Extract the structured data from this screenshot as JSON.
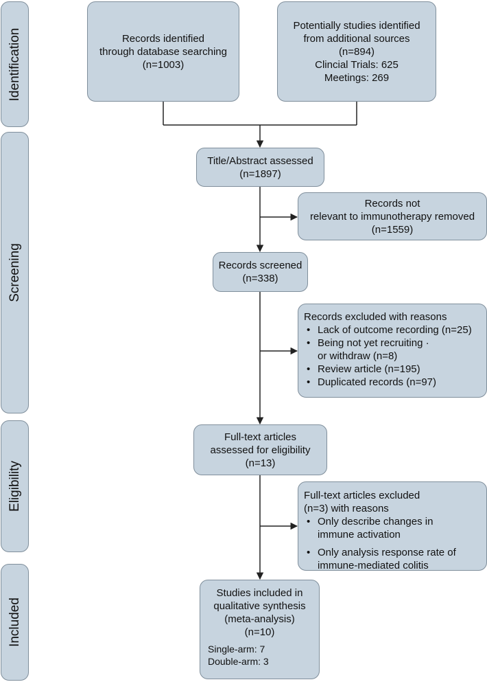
{
  "stages": {
    "identification": "Identification",
    "screening": "Screening",
    "eligibility": "Eligibility",
    "included": "Included"
  },
  "boxes": {
    "database": {
      "lines": [
        "Records identified",
        "through database searching",
        "(n=1003)"
      ]
    },
    "additional": {
      "lines": [
        "Potentially studies identified",
        "from additional sources",
        "(n=894)",
        "Clincial Trials: 625",
        "Meetings: 269"
      ]
    },
    "title_abstract": {
      "lines": [
        "Title/Abstract assessed",
        "(n=1897)"
      ]
    },
    "not_relevant": {
      "lines": [
        "Records not",
        "relevant to immunotherapy removed",
        "(n=1559)"
      ]
    },
    "screened": {
      "lines": [
        "Records screened",
        "(n=338)"
      ]
    },
    "excluded_reasons": {
      "heading": "Records excluded with reasons",
      "items": [
        "Lack of outcome recording (n=25)",
        "Being not yet recruiting ·",
        "Review article (n=195)",
        "Duplicated records (n=97)"
      ],
      "item_continuation": "or withdraw (n=8)"
    },
    "fulltext": {
      "lines": [
        "Full-text articles",
        "assessed for eligibility",
        "(n=13)"
      ]
    },
    "fulltext_excluded": {
      "heading_lines": [
        "Full-text articles excluded",
        "(n=3) with reasons"
      ],
      "items": [
        [
          "Only describe changes in",
          "immune activation"
        ],
        [
          "Only analysis response rate of",
          "immune-mediated colitis"
        ]
      ]
    },
    "included": {
      "lines": [
        "Studies included in",
        "qualitative synthesis",
        "(meta-analysis)",
        "(n=10)"
      ],
      "detail_lines": [
        "Single-arm: 7",
        "Double-arm: 3"
      ]
    }
  },
  "colors": {
    "box_fill": "#c7d4df",
    "box_border": "#7f8e9b",
    "line": "#222222"
  }
}
